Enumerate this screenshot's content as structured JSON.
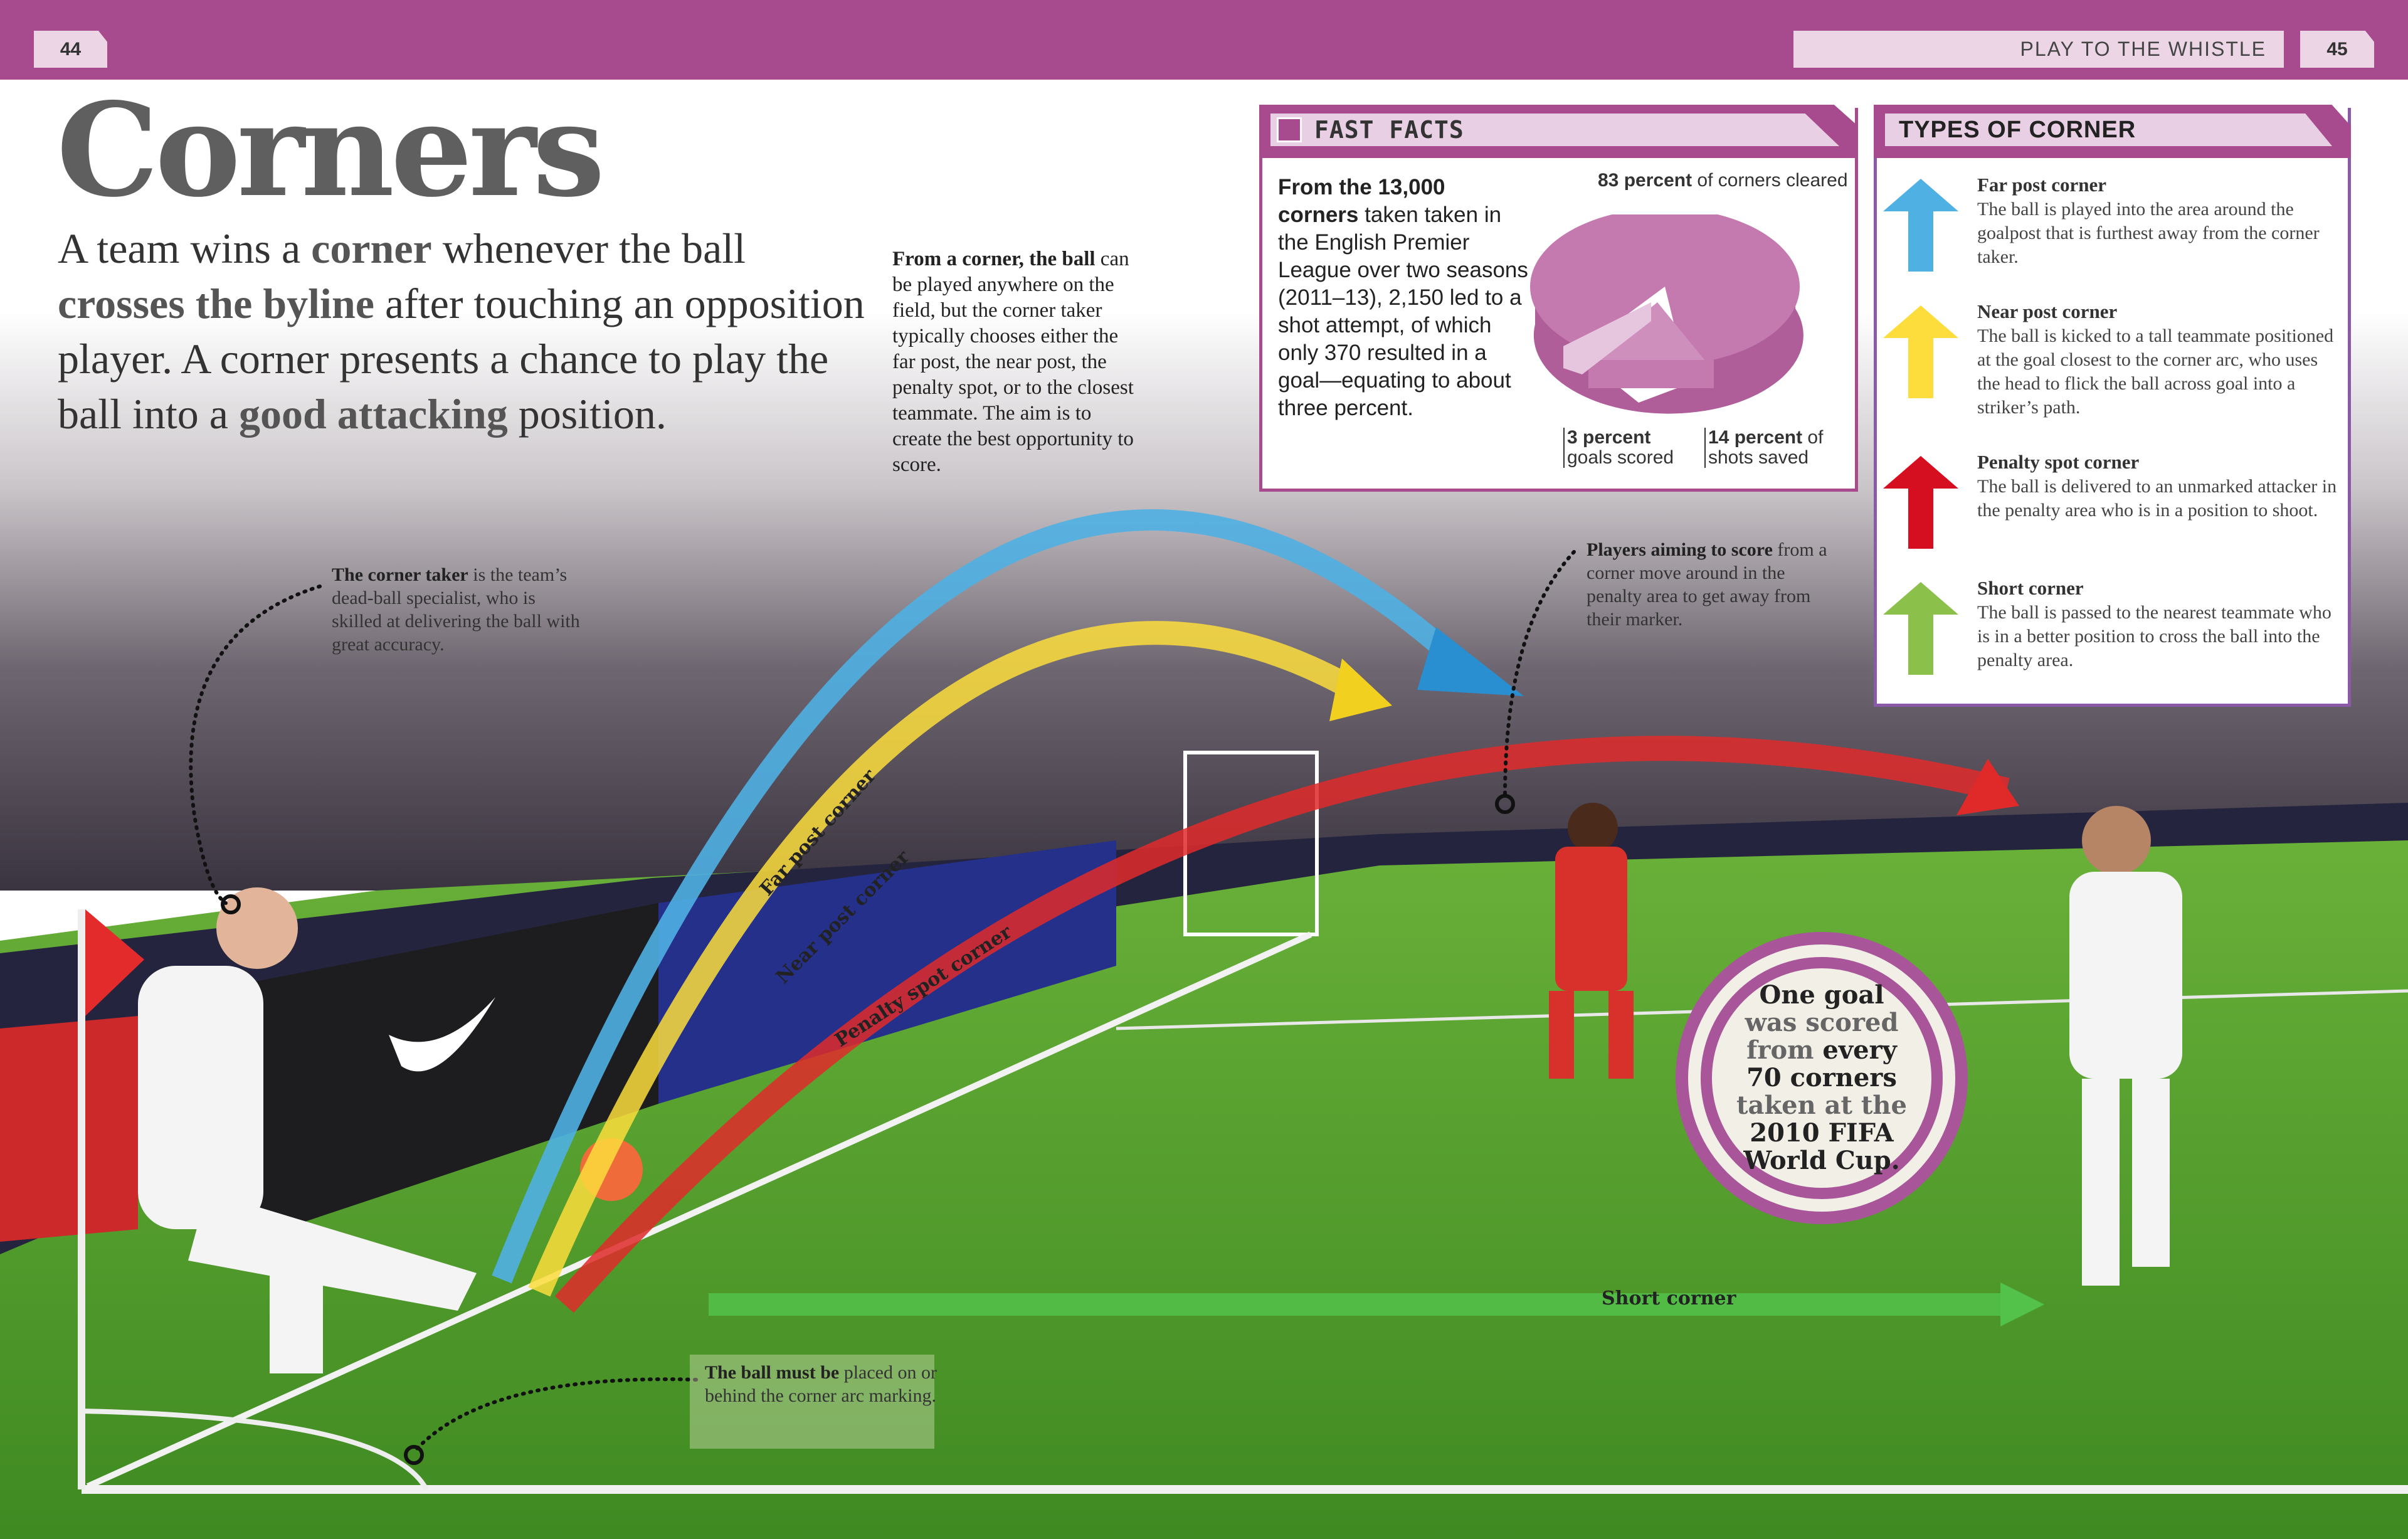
{
  "header": {
    "page_left": "44",
    "page_right": "45",
    "running_head": "PLAY TO THE WHISTLE",
    "accent": "#a84a8e"
  },
  "title": "Corners",
  "intro": {
    "p1": "A team wins a ",
    "b1": "corner",
    "p2": " whenever the ball ",
    "b2": "crosses the byline",
    "p3": " after touching an opposition player. A corner presents a chance to play the ball into a ",
    "b3": "good attacking",
    "p4": " position."
  },
  "middle_text": {
    "bold": "From a corner, the ball",
    "rest": " can be played anywhere on the field, but the corner taker typically chooses either the far post, the near post, the penalty spot, or to the closest teammate. The aim is to create the best opportunity to score."
  },
  "fast_facts": {
    "heading": "FAST FACTS",
    "icon": "chart-icon",
    "text_bold1": "From the 13,000 corners",
    "text_rest": " taken taken in the English Premier League over two seasons (2011–13), 2,150 led to a shot attempt, of which only 370 resulted in a goal—equating to about three percent.",
    "pie": {
      "cleared": {
        "value": 83,
        "bold": "83 percent",
        "rest": " of corners cleared",
        "color": "#c47aae"
      },
      "saved": {
        "value": 14,
        "bold": "14 percent",
        "rest": " of shots saved",
        "color": "#cf8fbd"
      },
      "goals": {
        "value": 3,
        "bold": "3 percent",
        "rest": " goals scored",
        "color": "#e6c6de"
      }
    }
  },
  "types": {
    "heading": "TYPES OF CORNER",
    "items": [
      {
        "title": "Far post corner",
        "desc": "The ball is played into the area around the goalpost that is furthest away from the corner taker.",
        "color": "#4fb0e3"
      },
      {
        "title": "Near post corner",
        "desc": "The ball is kicked to a tall teammate positioned at the goal closest to the corner arc, who uses the head to flick the ball across goal into a striker’s path.",
        "color": "#fcdd3c"
      },
      {
        "title": "Penalty spot corner",
        "desc": "The ball is delivered to an unmarked attacker in the penalty area who is in a position to shoot.",
        "color": "#d50f1f"
      },
      {
        "title": "Short corner",
        "desc": "The ball is passed to the nearest teammate who is in a better position to cross the ball into the penalty area.",
        "color": "#8bc04a"
      }
    ]
  },
  "annotations": {
    "taker": {
      "bold": "The corner taker",
      "rest": " is the team’s dead-ball specialist, who is skilled at delivering the ball with great accuracy."
    },
    "players": {
      "bold": "Players aiming to score",
      "rest": " from a corner move around in the penalty area to get away from their marker."
    },
    "ball": {
      "bold": "The ball must be",
      "rest": " placed on or behind the corner arc marking."
    }
  },
  "arrows": {
    "far": "Far post corner",
    "near": "Near post corner",
    "penalty": "Penalty spot corner",
    "short": "Short corner"
  },
  "stat_circle": {
    "l1": "One goal",
    "l2": "was scored",
    "l3a": "from ",
    "l3b": "every",
    "l4": "70 corners",
    "l5": "taken at the",
    "l6": "2010 FIFA",
    "l7": "World Cup."
  }
}
